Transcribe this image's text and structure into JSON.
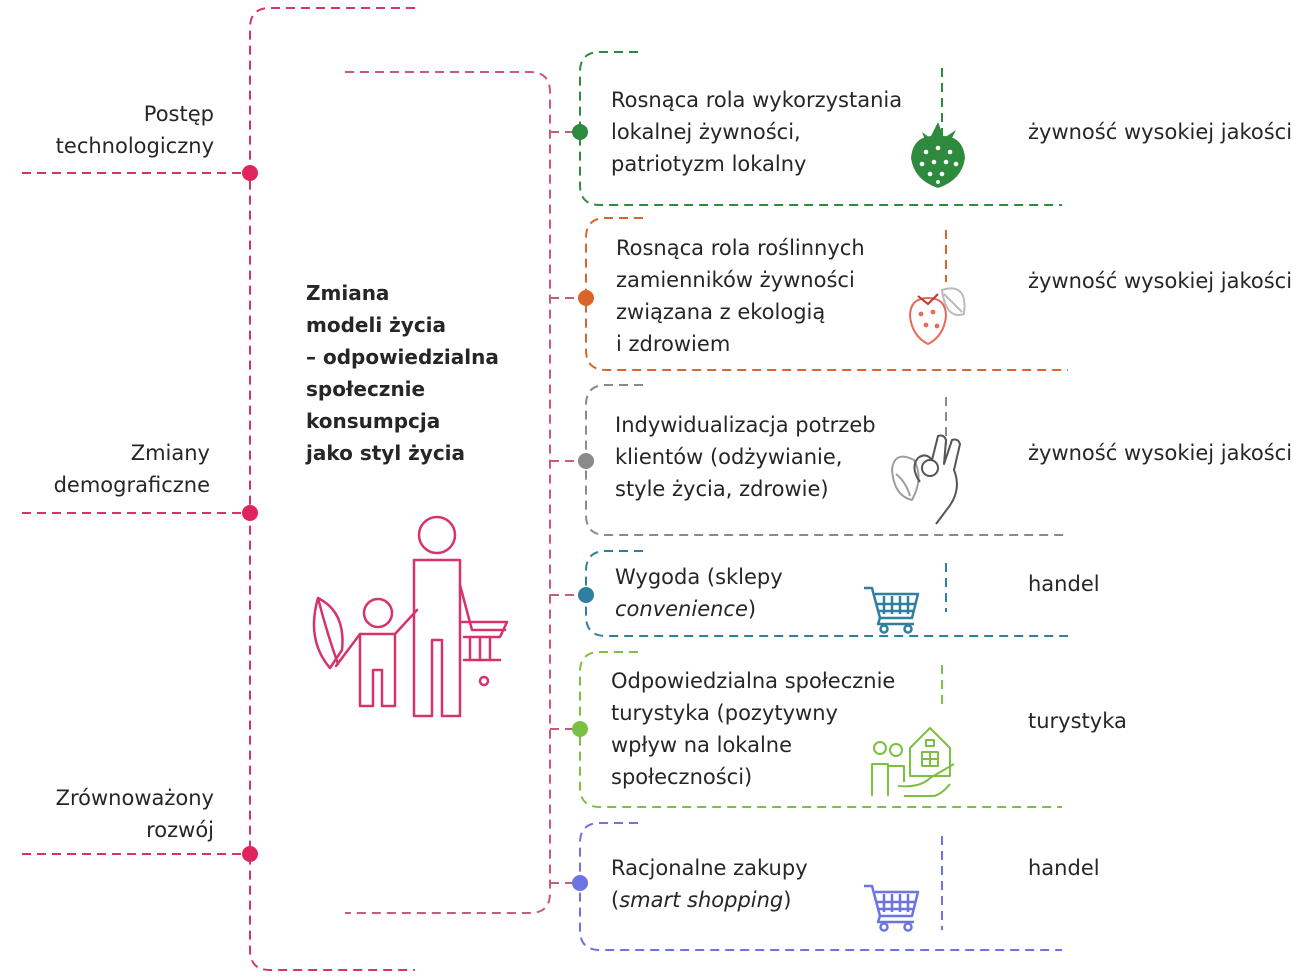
{
  "drivers": [
    {
      "label": "Postęp\ntechnologiczny"
    },
    {
      "label": "Zmiany\ndemograficzne"
    },
    {
      "label": "Zrównoważony\nrozwój"
    }
  ],
  "center": {
    "title": "Zmiana\nmodeli życia\n– odpowiedzialna\nspołecznie\nkonsumpcja\njako styl życia"
  },
  "colors": {
    "driver_line": "#d6336c",
    "driver_dot": "#e0245e",
    "center_icon": "#d6336c",
    "connector": "#c85a7a"
  },
  "trends": [
    {
      "text": "Rosnąca rola wykorzystania\nlokalnej żywności,\npatriotyzm lokalny",
      "sector": "żywność wysokiej jakości",
      "color": "#2e8b3e",
      "icon": "strawberry-icon"
    },
    {
      "text": "Rosnąca rola roślinnych\nzamienników żywności\nzwiązana z ekologią\ni zdrowiem",
      "sector": "żywność wysokiej jakości",
      "color": "#d9652a",
      "icon": "strawberry-leaf-icon"
    },
    {
      "text": "Indywidualizacja potrzeb\nklientów (odżywianie,\nstyle życia, zdrowie)",
      "sector": "żywność wysokiej jakości",
      "color": "#8a8a8a",
      "icon": "hand-leaf-icon"
    },
    {
      "text_plain": "Wygoda (sklepy",
      "text_italic": "convenience",
      "text_tail": ")",
      "sector": "handel",
      "color": "#2f7fa0",
      "icon": "shopping-cart-icon"
    },
    {
      "text": "Odpowiedzialna społecznie\nturystyka (pozytywny\nwpływ na lokalne\nspołeczności)",
      "sector": "turystyka",
      "color": "#7cc043",
      "icon": "community-house-icon"
    },
    {
      "text_plain": "Racjonalne zakupy",
      "text_italic": "smart shopping",
      "text_open": "(",
      "text_tail": ")",
      "sector": "handel",
      "color": "#6b74e0",
      "icon": "shopping-cart-icon"
    }
  ]
}
